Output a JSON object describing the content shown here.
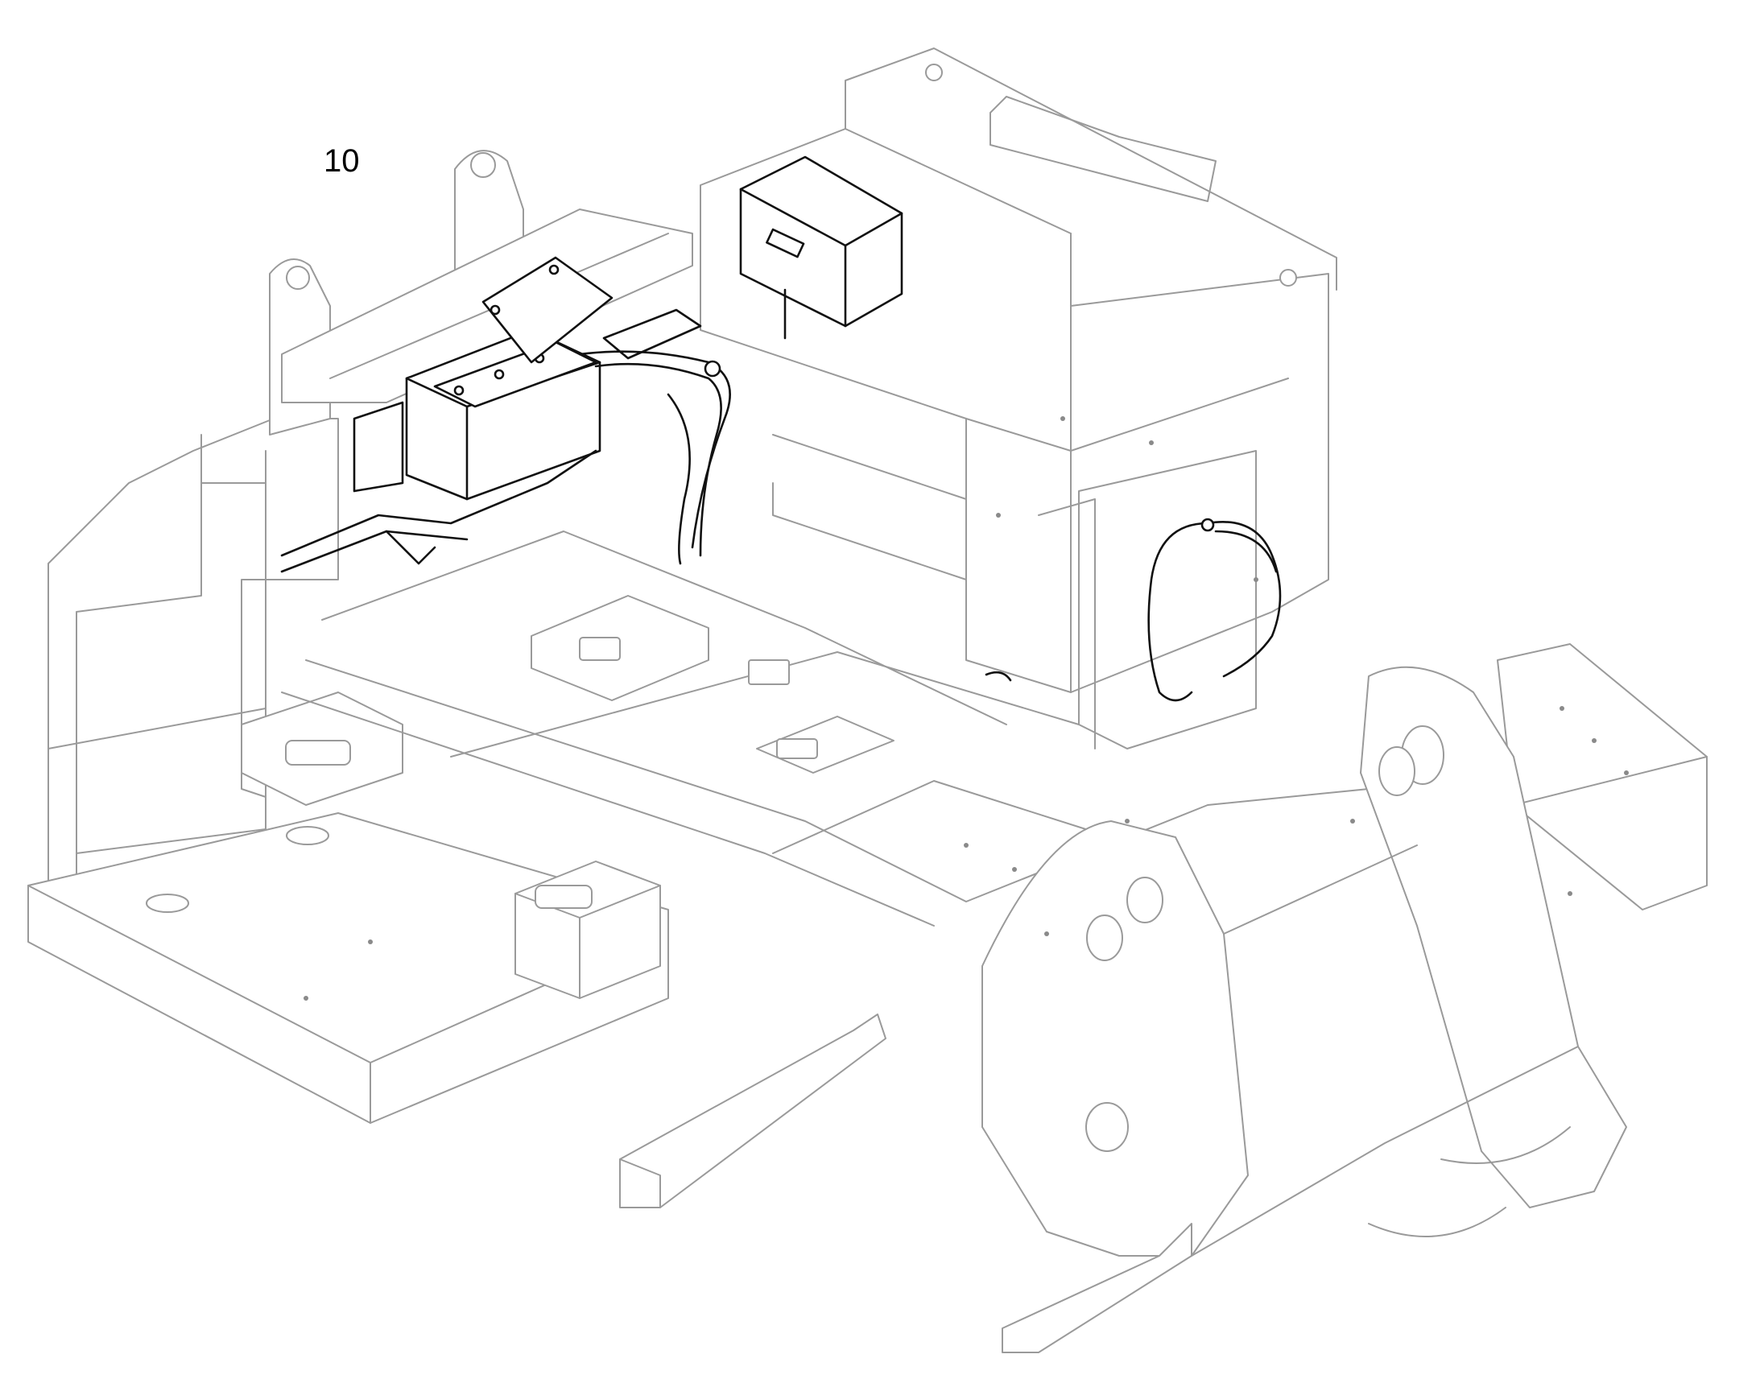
{
  "figure": {
    "callout_label": "10",
    "line_color_faint": "#9a9a9a",
    "line_color_highlight": "#111111",
    "background": "#ffffff"
  },
  "parts": [
    {
      "name": "chassis-frame",
      "highlighted": false
    },
    {
      "name": "battery-box",
      "highlighted": true
    },
    {
      "name": "battery-cover-bracket",
      "highlighted": true
    },
    {
      "name": "control-unit-box",
      "highlighted": true
    },
    {
      "name": "wiring-harness-left",
      "highlighted": true
    },
    {
      "name": "wiring-harness-right",
      "highlighted": true
    },
    {
      "name": "loader-arm-mount",
      "highlighted": false
    },
    {
      "name": "engine-compartment-housing",
      "highlighted": false
    }
  ]
}
